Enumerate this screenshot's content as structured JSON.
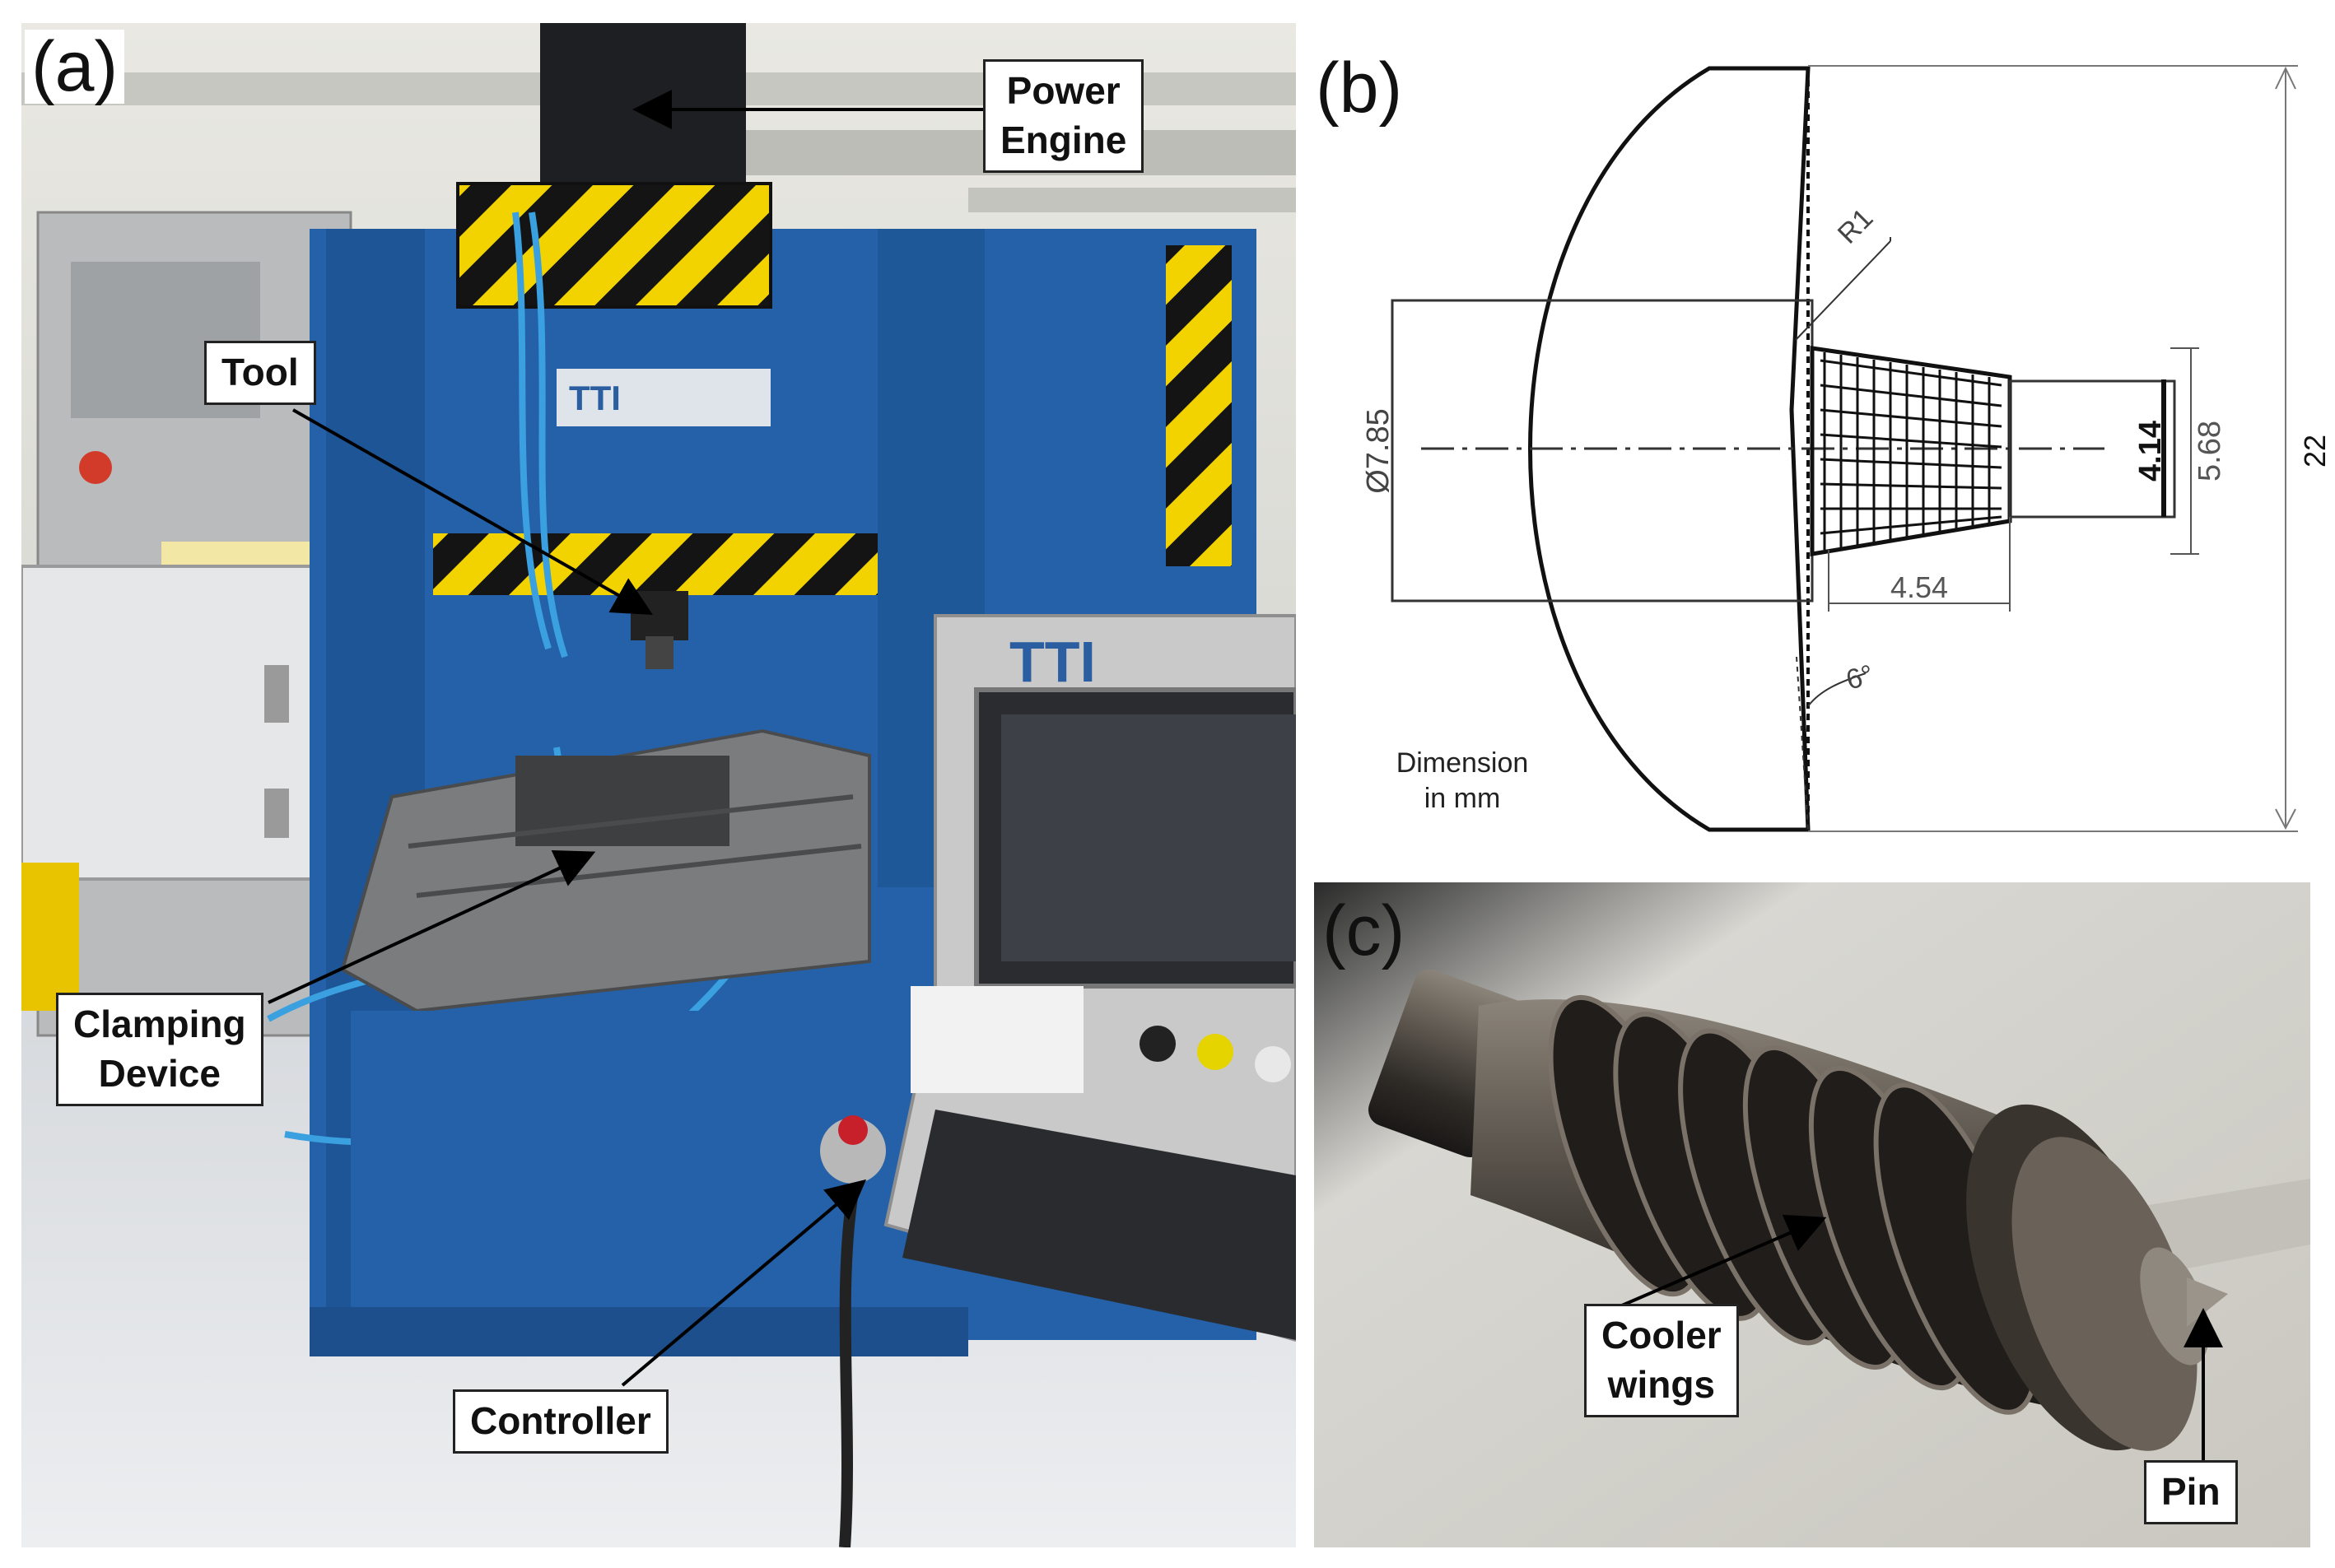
{
  "panels": {
    "a": {
      "tag": "(a)",
      "callouts": {
        "power_engine": [
          "Power",
          "Engine"
        ],
        "tool": [
          "Tool"
        ],
        "clamping_device": [
          "Clamping",
          "Device"
        ],
        "controller": [
          "Controller"
        ]
      },
      "logo_text": "TTI"
    },
    "b": {
      "tag": "(b)",
      "dims": {
        "diameter": "Ø7.85",
        "radius": "R1",
        "pin_length": "4.54",
        "pin_small": "4.14",
        "pin_large": "5.68",
        "total": "22",
        "angle": "6°"
      },
      "note": [
        "Dimension",
        "in mm"
      ]
    },
    "c": {
      "tag": "(c)",
      "callouts": {
        "cooler_wings": [
          "Cooler",
          "wings"
        ],
        "pin": [
          "Pin"
        ]
      }
    }
  },
  "colors": {
    "machine_blue": "#2461a8",
    "hazard_yellow": "#f2d300",
    "hazard_black": "#141414",
    "floor": "#dcdde0",
    "steel": "#6d6e70"
  }
}
